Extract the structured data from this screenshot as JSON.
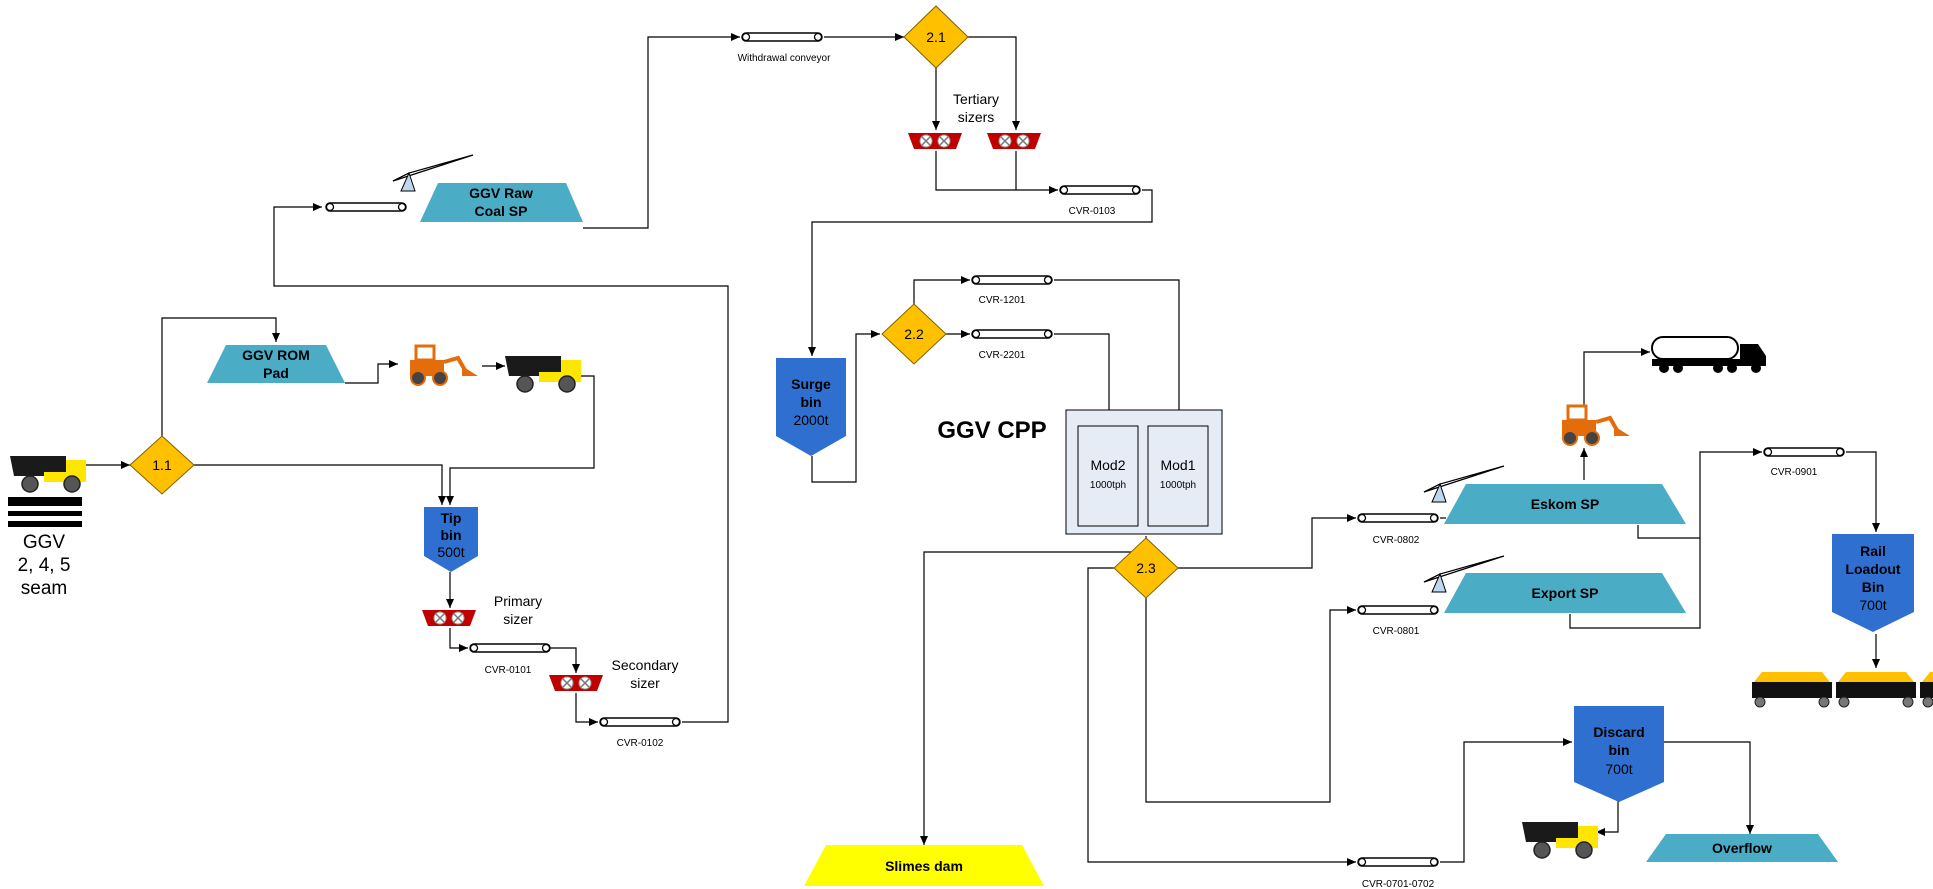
{
  "colors": {
    "stockpile": "#4BACC6",
    "bin": "#2F6FCF",
    "decision": "#FFC000",
    "slimes": "#FFFF00",
    "sizer": "#C00000",
    "truck_body": "#FFE600",
    "loader": "#E46C0A",
    "cpp_fill": "#E6ECF5",
    "wagon": "#FFC000"
  },
  "seam": {
    "line1": "GGV",
    "line2": "2, 4, 5",
    "line3": "seam"
  },
  "decisions": {
    "d11": "1.1",
    "d21": "2.1",
    "d22": "2.2",
    "d23": "2.3"
  },
  "stockpiles": {
    "rom_pad": {
      "line1": "GGV ROM",
      "line2": "Pad"
    },
    "raw_coal": {
      "line1": "GGV Raw",
      "line2": "Coal SP"
    },
    "eskom": "Eskom SP",
    "export": "Export SP",
    "overflow": "Overflow",
    "slimes": "Slimes dam"
  },
  "bins": {
    "tip": {
      "line1": "Tip",
      "line2": "bin",
      "cap": "500t"
    },
    "surge": {
      "line1": "Surge",
      "line2": "bin",
      "cap": "2000t"
    },
    "discard": {
      "line1": "Discard",
      "line2": "bin",
      "cap": "700t"
    },
    "rail": {
      "line1": "Rail",
      "line2": "Loadout",
      "line3": "Bin",
      "cap": "700t"
    }
  },
  "sizers": {
    "primary": {
      "line1": "Primary",
      "line2": "sizer"
    },
    "secondary": {
      "line1": "Secondary",
      "line2": "sizer"
    },
    "tertiary": {
      "line1": "Tertiary",
      "line2": "sizers"
    }
  },
  "conveyors": {
    "withdrawal": "Withdrawal conveyor",
    "cvr0101": "CVR-0101",
    "cvr0102": "CVR-0102",
    "cvr0103": "CVR-0103",
    "cvr1201": "CVR-1201",
    "cvr2201": "CVR-2201",
    "cvr0802": "CVR-0802",
    "cvr0801": "CVR-0801",
    "cvr0901": "CVR-0901",
    "cvr0701": "CVR-0701-0702"
  },
  "cpp": {
    "title": "GGV CPP",
    "mod2": {
      "name": "Mod2",
      "rate": "1000tph"
    },
    "mod1": {
      "name": "Mod1",
      "rate": "1000tph"
    }
  },
  "icons": [
    "haul-truck-icon",
    "front-end-loader-icon",
    "stacker-icon",
    "tanker-truck-icon",
    "rail-wagon-icon",
    "sizer-icon"
  ]
}
